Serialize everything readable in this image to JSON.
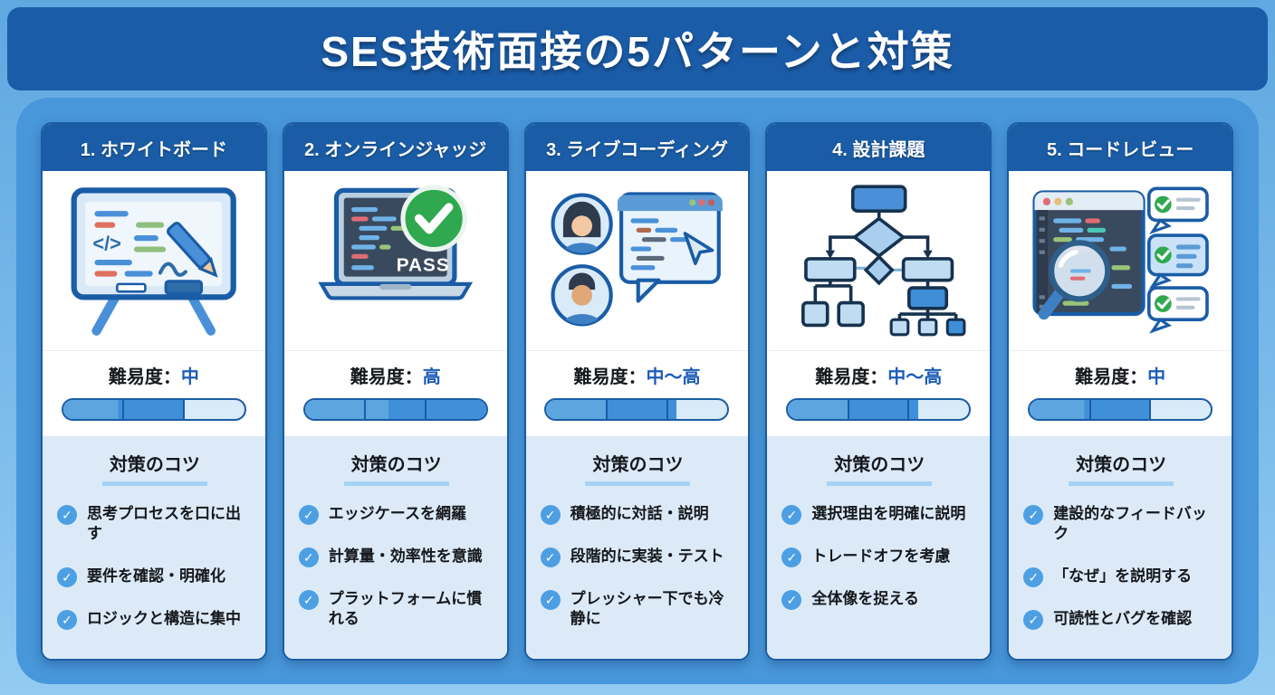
{
  "title": "SES技術面接の5パターンと対策",
  "labels": {
    "difficulty_prefix": "難易度：",
    "tips_heading": "対策のコツ",
    "check_glyph": "✓"
  },
  "colors": {
    "banner_bg": "#1B5CA8",
    "panel_bg": "#4897DA",
    "card_header_bg": "#1A5CA6",
    "card_border": "#1A5CA6",
    "tips_bg": "#DCEAF8",
    "difficulty_value_blue": "#1D5CB8",
    "bar_fill_light": "#5CA5DE",
    "bar_fill_dark": "#3F90D9",
    "bar_track": "#D9EAF8",
    "check_icon_bg": "#4D9FE3",
    "pass_green": "#2FA84F",
    "heading_underline": "#A6D3F4"
  },
  "cards": [
    {
      "header": "1. ホワイトボード",
      "illustration": "whiteboard",
      "difficulty": "中",
      "difficulty_percent": 66,
      "tips": [
        "思考プロセスを口に出す",
        "要件を確認・明確化",
        "ロジックと構造に集中"
      ]
    },
    {
      "header": "2. オンラインジャッジ",
      "illustration": "online-judge",
      "pass_label": "PASS",
      "difficulty": "高",
      "difficulty_percent": 100,
      "tips": [
        "エッジケースを網羅",
        "計算量・効率性を意識",
        "プラットフォームに慣れる"
      ]
    },
    {
      "header": "3. ライブコーディング",
      "illustration": "live-coding",
      "difficulty": "中〜高",
      "difficulty_percent": 72,
      "tips": [
        "積極的に対話・説明",
        "段階的に実装・テスト",
        "プレッシャー下でも冷静に"
      ]
    },
    {
      "header": "4. 設計課題",
      "illustration": "design-flowchart",
      "difficulty": "中〜高",
      "difficulty_percent": 72,
      "tips": [
        "選択理由を明確に説明",
        "トレードオフを考慮",
        "全体像を捉える"
      ]
    },
    {
      "header": "5. コードレビュー",
      "illustration": "code-review",
      "difficulty": "中",
      "difficulty_percent": 66,
      "tips": [
        "建設的なフィードバック",
        "「なぜ」を説明する",
        "可読性とバグを確認"
      ]
    }
  ]
}
